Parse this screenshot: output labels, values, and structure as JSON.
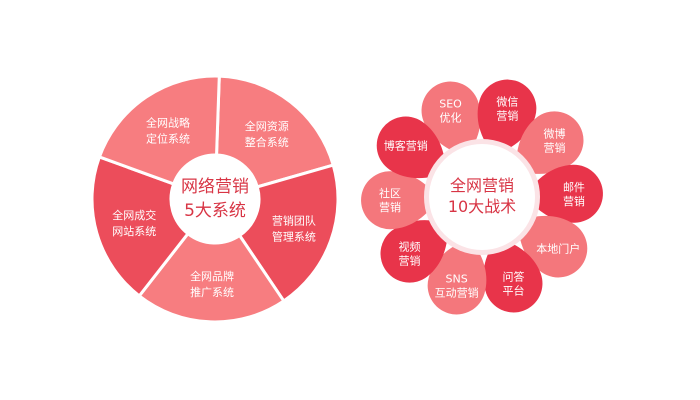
{
  "colors": {
    "segment_light": "#f77d80",
    "segment_dark": "#ec4d5b",
    "petal_light": "#f4777c",
    "petal_dark": "#e8344a",
    "center_text": "#d83545",
    "center_fill": "#ffffff",
    "ring": "#fbe3e6"
  },
  "left_wheel": {
    "center": {
      "line1": "网络营销",
      "line2": "5大系统"
    },
    "segments": [
      {
        "line1": "全网资源",
        "line2": "整合系统",
        "tone": "light"
      },
      {
        "line1": "营销团队",
        "line2": "管理系统",
        "tone": "dark"
      },
      {
        "line1": "全网品牌",
        "line2": "推广系统",
        "tone": "light"
      },
      {
        "line1": "全网成交",
        "line2": "网站系统",
        "tone": "dark"
      },
      {
        "line1": "全网战略",
        "line2": "定位系统",
        "tone": "light"
      }
    ]
  },
  "right_flower": {
    "center": {
      "line1": "全网营销",
      "line2": "10大战术"
    },
    "petals": [
      {
        "line1": "SEO",
        "line2": "优化",
        "tone": "light"
      },
      {
        "line1": "微信",
        "line2": "营销",
        "tone": "dark"
      },
      {
        "line1": "微博",
        "line2": "营销",
        "tone": "light"
      },
      {
        "line1": "邮件",
        "line2": "营销",
        "tone": "dark"
      },
      {
        "line1": "本地门户",
        "line2": "",
        "tone": "light"
      },
      {
        "line1": "问答",
        "line2": "平台",
        "tone": "dark"
      },
      {
        "line1": "SNS",
        "line2": "互动营销",
        "tone": "light"
      },
      {
        "line1": "视频",
        "line2": "营销",
        "tone": "dark"
      },
      {
        "line1": "社区",
        "line2": "营销",
        "tone": "light"
      },
      {
        "line1": "博客营销",
        "line2": "",
        "tone": "dark"
      }
    ]
  }
}
